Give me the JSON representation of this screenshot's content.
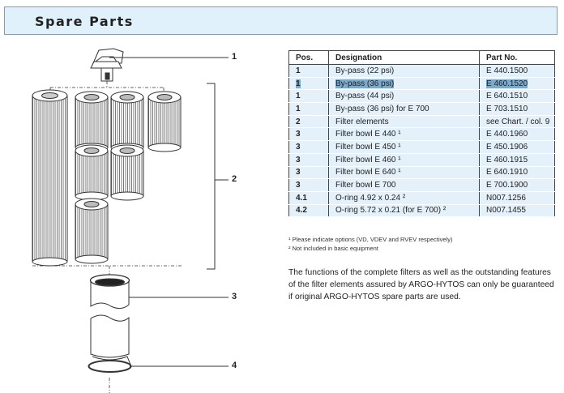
{
  "header": {
    "title": "Spare Parts"
  },
  "diagram": {
    "callouts": [
      "1",
      "2",
      "3",
      "4"
    ]
  },
  "table": {
    "columns": [
      "Pos.",
      "Designation",
      "Part No."
    ],
    "rows": [
      {
        "pos": "1",
        "designation": "By-pass (22 psi)",
        "part_no": "E 440.1500"
      },
      {
        "pos": "1",
        "designation": "By-pass (36 psi)",
        "part_no": "E 460.1520"
      },
      {
        "pos": "1",
        "designation": "By-pass (44 psi)",
        "part_no": "E 640.1510"
      },
      {
        "pos": "1",
        "designation": "By-pass (36 psi) for E 700",
        "part_no": "E 703.1510"
      },
      {
        "pos": "2",
        "designation": "Filter elements",
        "part_no": "see Chart. / col. 9"
      },
      {
        "pos": "3",
        "designation": "Filter bowl E 440 ¹",
        "part_no": "E 440.1960"
      },
      {
        "pos": "3",
        "designation": "Filter bowl E 450 ¹",
        "part_no": "E 450.1906"
      },
      {
        "pos": "3",
        "designation": "Filter bowl E 460 ¹",
        "part_no": "E 460.1915"
      },
      {
        "pos": "3",
        "designation": "Filter bowl E 640 ¹",
        "part_no": "E 640.1910"
      },
      {
        "pos": "3",
        "designation": "Filter bowl E 700",
        "part_no": "E 700.1900"
      },
      {
        "pos": "4.1",
        "designation": "O-ring 4.92 x 0.24 ²",
        "part_no": "N007.1256"
      },
      {
        "pos": "4.2",
        "designation": "O-ring 5.72 x 0.21 (for E 700) ²",
        "part_no": "N007.1455"
      }
    ]
  },
  "footnotes": [
    "¹ Please indicate options (VD, VDEV and RVEV respectively)",
    "² Not included in basic equipment"
  ],
  "paragraph": "The functions of the complete filters as well as the outstanding features of the filter elements assured by ARGO-HYTOS can only be guaranteed if original ARGO-HYTOS spare parts are used.",
  "colors": {
    "header_bg": "#e1f1fb",
    "row_bg": "#e4f1fa",
    "selection": "#7fa9c9"
  }
}
